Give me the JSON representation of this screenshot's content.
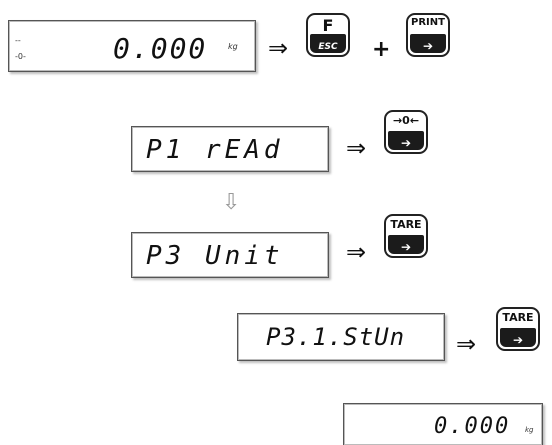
{
  "rows": [
    {
      "display": {
        "left_top": "--",
        "left_bottom": "-0-",
        "value": "0.000",
        "unit": "kg"
      },
      "arrow": "⇒",
      "keys": [
        {
          "top": "F",
          "bottom": "ESC"
        },
        {
          "top": "PRINT",
          "bottom": "➔"
        }
      ],
      "joiner": "+"
    },
    {
      "display": {
        "value": "P1 rEAd"
      },
      "arrow": "⇒",
      "keys": [
        {
          "top": "→0←",
          "bottom": "➔"
        }
      ]
    },
    {
      "display": {
        "value": "P3 Unit"
      },
      "arrow": "⇒",
      "keys": [
        {
          "top": "TARE",
          "bottom": "➔"
        }
      ]
    },
    {
      "display": {
        "value": "P3.1.StUn"
      },
      "arrow": "⇒",
      "keys": [
        {
          "top": "TARE",
          "bottom": "➔"
        }
      ]
    },
    {
      "display": {
        "value": "0.000",
        "unit": "kg"
      }
    }
  ],
  "down_arrow": "⇩"
}
